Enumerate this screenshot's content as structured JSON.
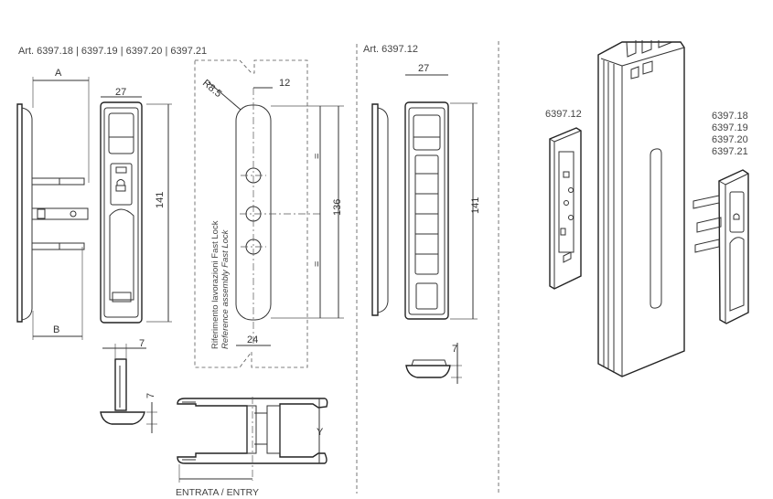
{
  "labels": {
    "art_group_1": "Art.  6397.18 | 6397.19 | 6397.20 | 6397.21",
    "art_group_2": "Art.  6397.12",
    "entry": "ENTRATA / ENTRY",
    "reference_it": "Riferimento lavorazioni Fast Lock",
    "reference_en": "Reference assembly Fast Lock",
    "iso_left": "6397.12",
    "iso_right": [
      "6397.18",
      "6397.19",
      "6397.20",
      "6397.21"
    ]
  },
  "dimensions": {
    "a": "A",
    "b": "B",
    "y": "Y",
    "w27_left": "27",
    "h141_left": "141",
    "t7_left": "7",
    "t7_left_vert": "7",
    "r85": "R8.5",
    "w12": "12",
    "eq_top": "=",
    "eq_bottom": "=",
    "h136": "136",
    "w24": "24",
    "w27_right": "27",
    "h141_right": "141",
    "t7_right": "7"
  },
  "colors": {
    "line": "#333333",
    "bg": "#ffffff"
  }
}
